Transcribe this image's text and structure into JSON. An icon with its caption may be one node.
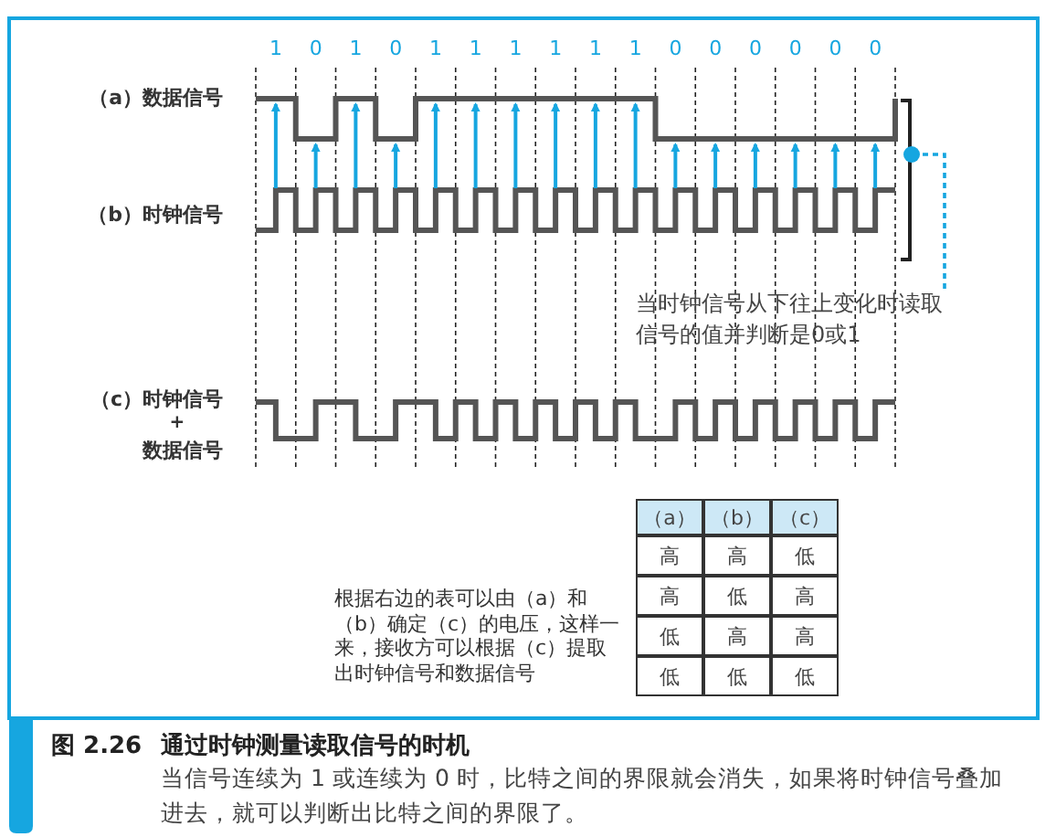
{
  "diagram": {
    "title": "通过时钟测量读取信号的时机",
    "caption": "当信号连续为 1 或连续为 0 时，比特之间的界限就会消失，如果将时钟信号叠加进去，就可以判断出比特之间的界限了。",
    "nodes": [
      {
        "text": [
          "当时钟信号从下往上变化时读取信号的值并判断是0或1"
        ]
      },
      {
        "text": [],
        "shape": "bracket"
      }
    ],
    "edges": [
      {
        "from": 0,
        "to": 1,
        "arrow": "other",
        "style": "dashed"
      }
    ],
    "labels": [
      "1",
      "0",
      "1",
      "0",
      "1",
      "1",
      "1",
      "1",
      "1",
      "1",
      "0",
      "0",
      "0",
      "0",
      "0",
      "0",
      "（a）数据信号",
      "（b）时钟信号",
      "（c）时钟信号",
      "+",
      "数据信号",
      "根据右边的表可以由（a）和（b）确定（c）的电压，这样一来，接收方可以根据（c）提取出时钟信号和数据信号",
      "（a）",
      "（b）",
      "（c）",
      "高",
      "高",
      "低",
      "高",
      "低",
      "高",
      "低",
      "高",
      "高",
      "低",
      "低",
      "低",
      "图 2.26"
    ]
  }
}
